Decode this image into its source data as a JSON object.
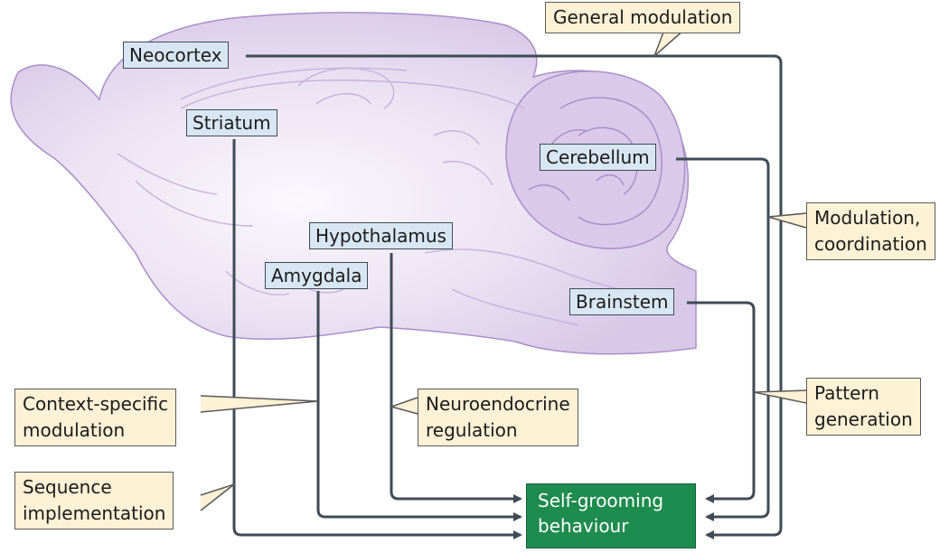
{
  "regions": {
    "neocortex": "Neocortex",
    "striatum": "Striatum",
    "cerebellum": "Cerebellum",
    "hypothalamus": "Hypothalamus",
    "amygdala": "Amygdala",
    "brainstem": "Brainstem"
  },
  "functions": {
    "general_modulation": "General modulation",
    "modulation_coordination": "Modulation,\ncoordination",
    "pattern_generation": "Pattern\ngeneration",
    "context_specific_modulation": "Context-specific\nmodulation",
    "neuroendocrine_regulation": "Neuroendocrine\nregulation",
    "sequence_implementation": "Sequence\nimplementation"
  },
  "output": "Self-grooming\nbehaviour",
  "colors": {
    "brain_fill": "#e4d9ee",
    "brain_outline": "#a98fc9",
    "region_box": "#d8e6f3",
    "callout_box": "#fdf1d6",
    "output_box": "#1e8b4f",
    "line": "#3f4b55"
  }
}
